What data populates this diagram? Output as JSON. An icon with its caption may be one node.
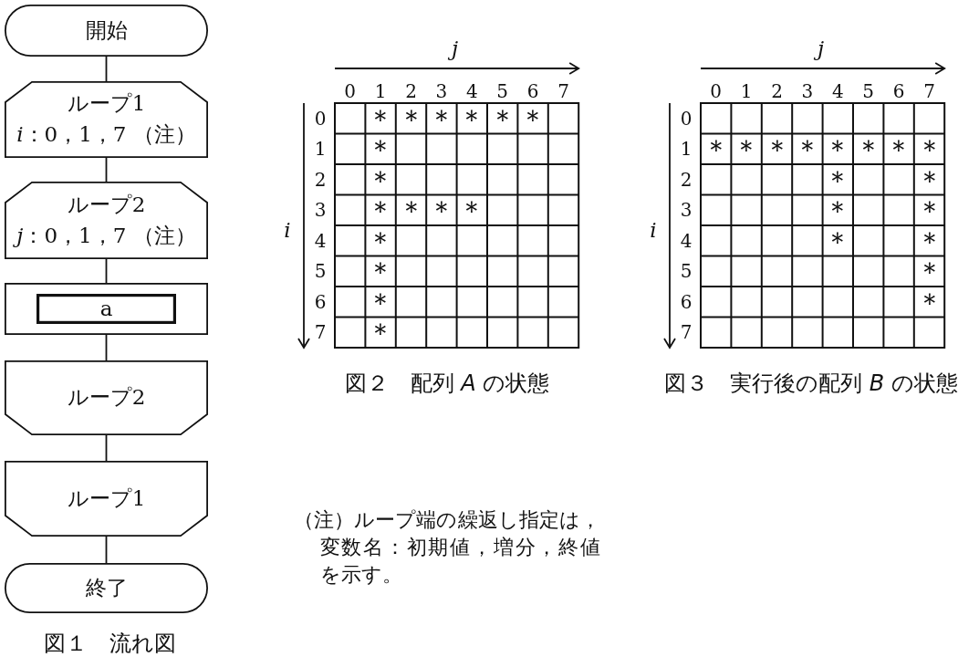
{
  "diagram": {
    "nodes": [
      {
        "text": [
          "開始"
        ]
      },
      {
        "text": [
          "ループ1",
          "*i*：0，1，7 （注）"
        ]
      },
      {
        "text": [
          "ループ2",
          "*j*：0，1，7 （注）"
        ]
      },
      {
        "text": [],
        "shape": "box"
      },
      {
        "text": [
          "a"
        ],
        "in": 3
      },
      {
        "text": [
          "ループ2"
        ]
      },
      {
        "text": [
          "ループ1"
        ]
      },
      {
        "text": [
          "終了"
        ]
      }
    ],
    "edges": [
      {
        "from": 0,
        "to": 1,
        "arrow": "none"
      },
      {
        "from": 1,
        "to": 2,
        "arrow": "none"
      },
      {
        "from": 2,
        "to": 3,
        "arrow": "none"
      },
      {
        "from": 3,
        "to": 5,
        "arrow": "none"
      },
      {
        "from": 5,
        "to": 6,
        "arrow": "none"
      },
      {
        "from": 6,
        "to": 7,
        "arrow": "none"
      }
    ],
    "labels": [
      "図１　流れ図",
      "j",
      "0",
      "1",
      "2",
      "3",
      "4",
      "5",
      "6",
      "7",
      "i",
      "0",
      "＊",
      "＊",
      "＊",
      "＊",
      "＊",
      "＊",
      "1",
      "＊",
      "2",
      "＊",
      "3",
      "＊",
      "＊",
      "＊",
      "＊",
      "4",
      "＊",
      "5",
      "＊",
      "6",
      "＊",
      "7",
      "＊",
      "図２　配列 *A* の状態",
      "j",
      "0",
      "1",
      "2",
      "3",
      "4",
      "5",
      "6",
      "7",
      "i",
      "0",
      "1",
      "＊",
      "＊",
      "＊",
      "＊",
      "＊",
      "＊",
      "＊",
      "＊",
      "2",
      "＊",
      "＊",
      "3",
      "＊",
      "＊",
      "4",
      "＊",
      "＊",
      "5",
      "＊",
      "6",
      "＊",
      "7",
      "図３　実行後の配列 *B* の状態",
      "（注）ループ端の繰返し指定は，変数名：初期値，増分，終値を示す。"
    ]
  }
}
